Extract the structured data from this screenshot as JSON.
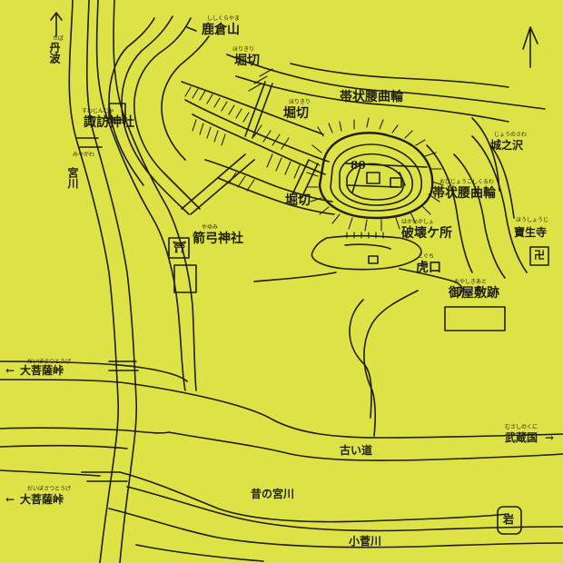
{
  "labels": {
    "tanba": "丹波",
    "shishikurayama": "鹿倉山",
    "horikiri_top": "堀切",
    "horikiri_mid": "堀切",
    "horikiri_low": "堀切",
    "suwa_jinja": "諏訪神社",
    "obi_kuruwa_1": "帯状腰曲輪",
    "obi_kuruwa_2": "帯状腰曲輪",
    "jonosawa": "城之沢",
    "miyagawa": "宮川",
    "yumiya_jinja": "箭弓神社",
    "hakaisho": "破壊ケ所",
    "koguchi": "虎口",
    "hoshoji": "寶生寺",
    "yashikiato": "御屋敷跡",
    "daibosatsu_1": "大菩薩峠",
    "daibosatsu_2": "大菩薩峠",
    "furui_michi": "古い道",
    "musashinokuni": "武蔵国",
    "mukashi_miyagawa": "昔の宮川",
    "kosugegawa": "小菅川",
    "iwa": "岩",
    "hoshoji_symbol": "卍",
    "shrine_symbol": "⛩",
    "north_arrow": "↑",
    "arrow_left": "←",
    "arrow_right": "→",
    "num_80": "80"
  },
  "ruby": {
    "tanba": "たば",
    "shishikurayama": "ししくらやま",
    "horikiri": "ほりきり",
    "suwa_jinja": "すわじんじゃ",
    "jonosawa": "じょうのさわ",
    "miyagawa": "みやがわ",
    "yumiya_jinja": "やゆみ",
    "obi_kuruwa": "おびじょうこしくるわ",
    "hakaisho": "はかいかしょ",
    "koguchi": "こぐち",
    "hoshoji": "ほうしょうじ",
    "yashikiato": "おやしきあと",
    "daibosatsu": "だいぼさつとうげ",
    "musashinokuni": "むさしのくに"
  },
  "colors": {
    "background": "#dde246",
    "ink": "#1e1e12"
  }
}
